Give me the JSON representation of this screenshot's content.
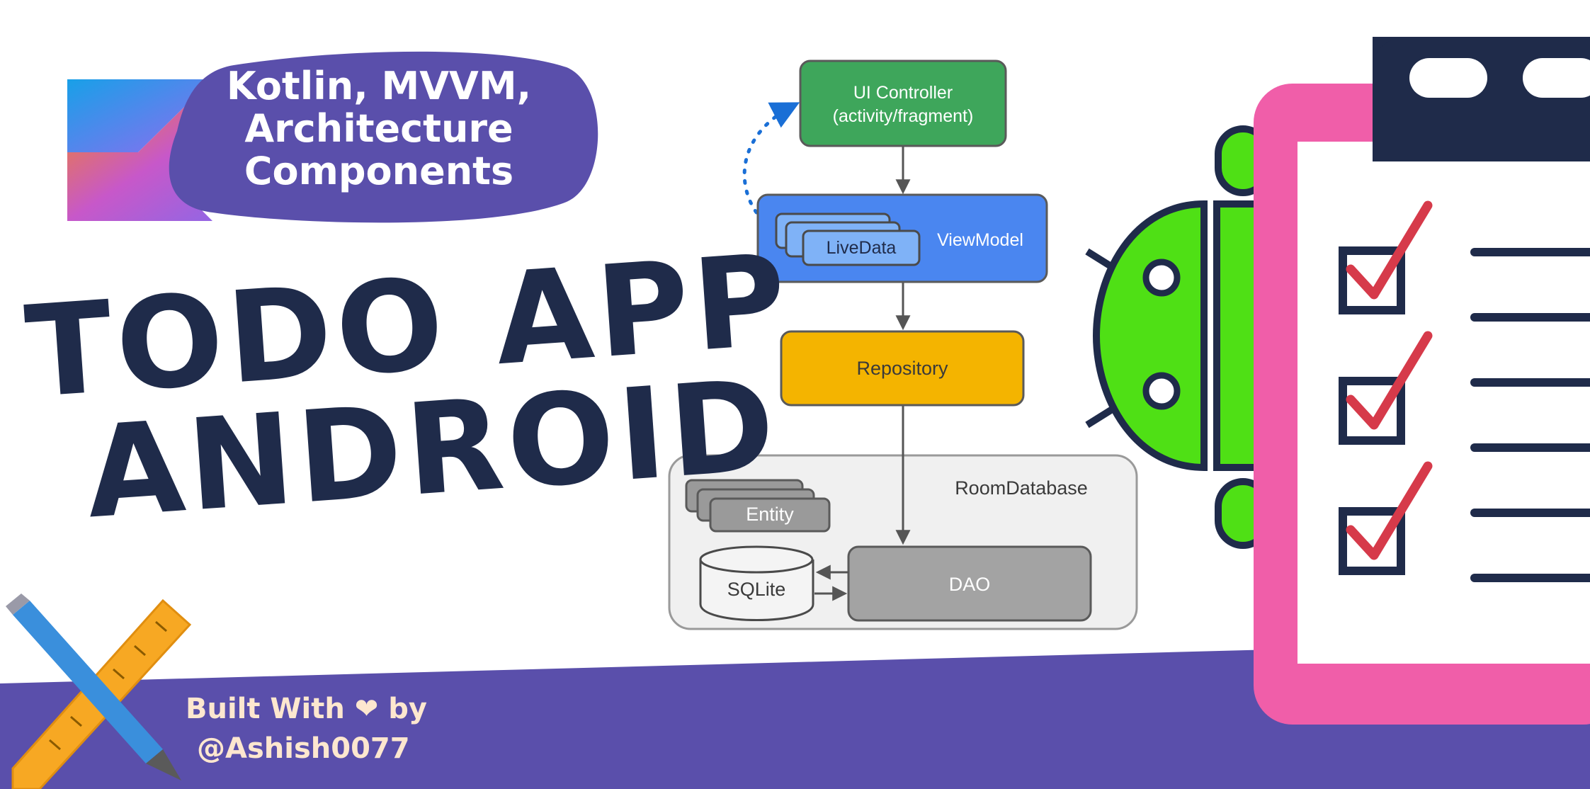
{
  "badge": {
    "line1": "Kotlin, MVVM,",
    "line2": "Architecture",
    "line3": "Components"
  },
  "title": {
    "line1": "TODO APP",
    "line2": "ANDROID"
  },
  "credit": {
    "line1": "Built With ❤ by",
    "line2": "@Ashish0077"
  },
  "diagram": {
    "ui_controller_line1": "UI Controller",
    "ui_controller_line2": "(activity/fragment)",
    "livedata": "LiveData",
    "viewmodel": "ViewModel",
    "repository": "Repository",
    "roomdatabase": "RoomDatabase",
    "entity": "Entity",
    "sqlite": "SQLite",
    "dao": "DAO"
  },
  "colors": {
    "brand_purple": "#5a4fab",
    "navy": "#1f2b4a",
    "ui_controller_green": "#3ea65b",
    "viewmodel_blue": "#4a86f0",
    "repository_yellow": "#f4b400",
    "android_green": "#4fe015",
    "clipboard_pink": "#f05ea9",
    "check_red": "#d63a4a"
  },
  "icons": [
    "kotlin-logo-icon",
    "pencil-icon",
    "ruler-icon",
    "android-robot-icon",
    "clipboard-icon",
    "checkbox-icon",
    "heart-icon"
  ]
}
